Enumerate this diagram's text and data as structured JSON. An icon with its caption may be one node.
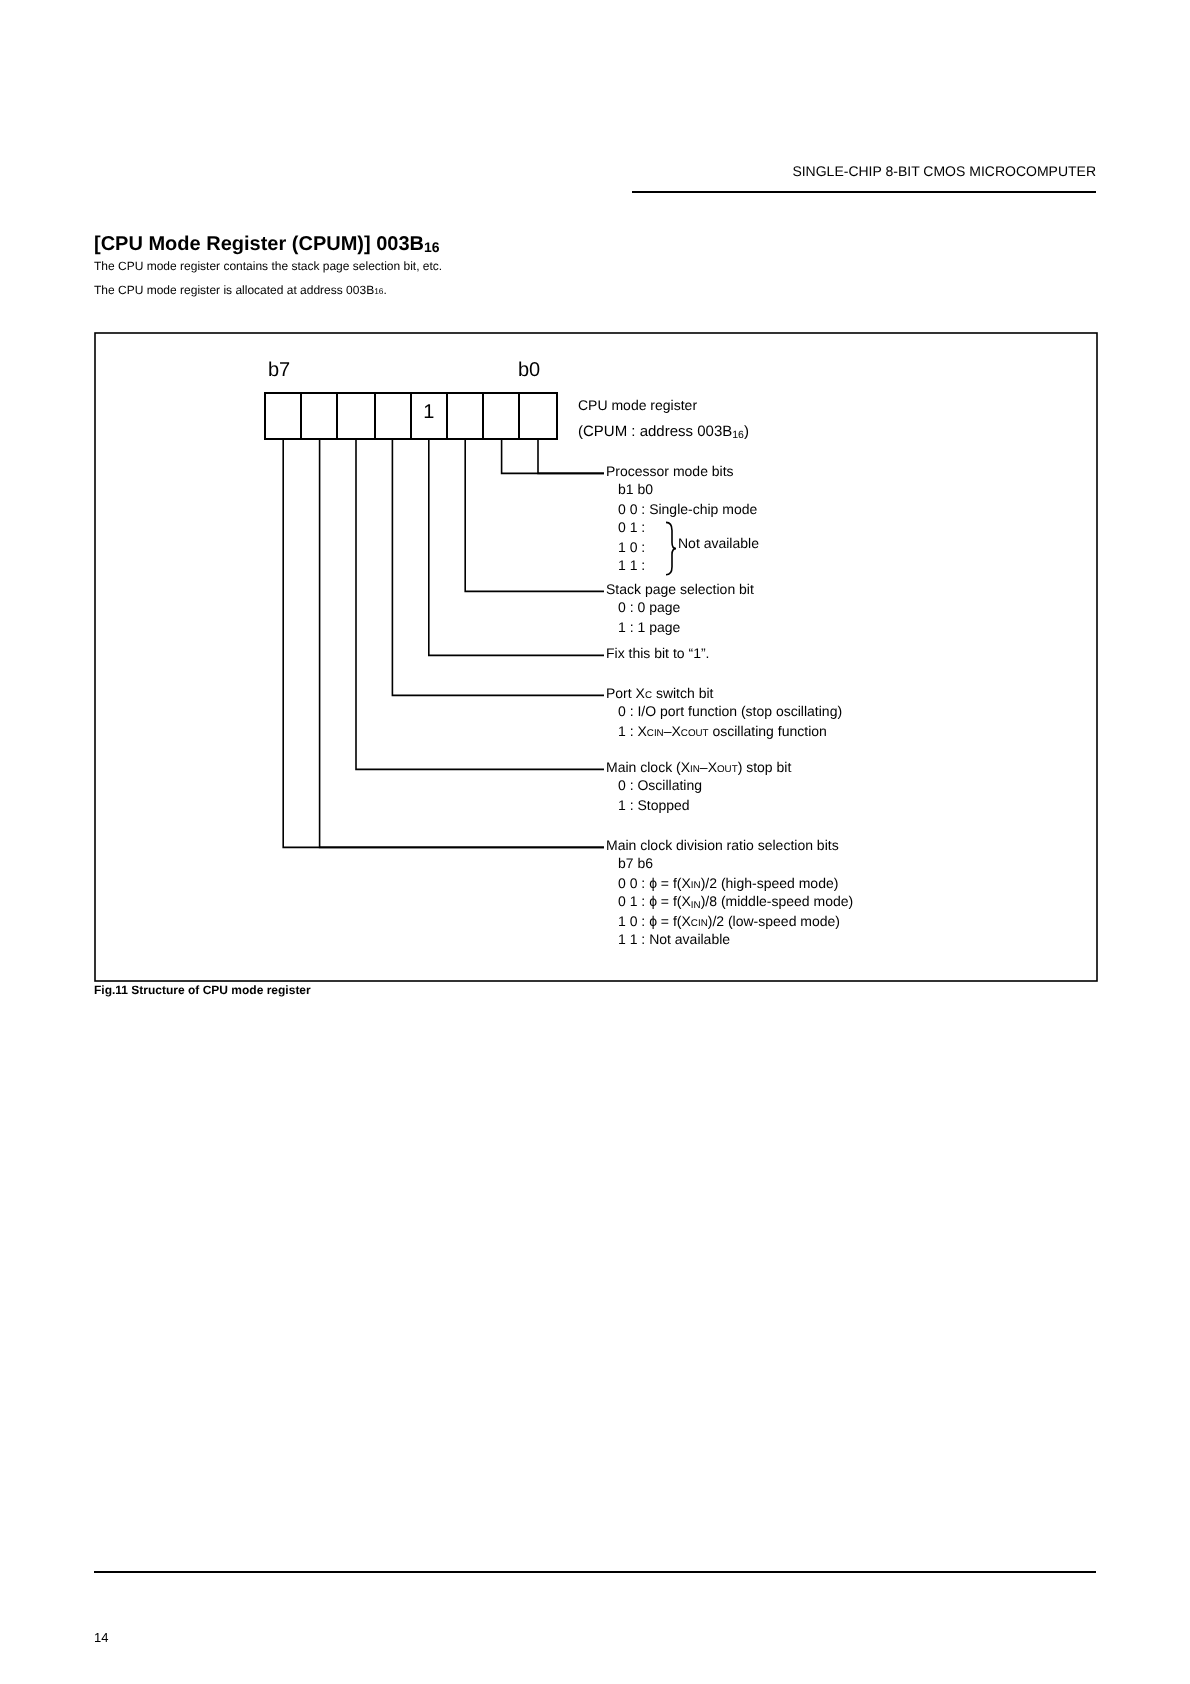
{
  "diagram": {
    "title": "[CPU Mode Register (CPUM)] 003B$_{16}$",
    "caption": "Fig.11 Structure of CPU mode register",
    "nodes": [
      {
        "text": [],
        "shape": "box"
      },
      {
        "text": [],
        "shape": "box"
      },
      {
        "text": [],
        "shape": "box"
      },
      {
        "text": [],
        "shape": "box"
      },
      {
        "text": [
          "1"
        ]
      },
      {
        "text": [],
        "shape": "box"
      },
      {
        "text": [],
        "shape": "box"
      },
      {
        "text": [],
        "shape": "box"
      },
      {
        "text": [
          "Processor mode bits",
          "b1 b0",
          "0 0 : Single-chip mode",
          "0 1 :",
          "1 0 :",
          "1 1 :",
          "Not available"
        ]
      },
      {
        "text": [
          "Stack page selection bit",
          "0 : 0 page",
          "1 : 1 page"
        ]
      },
      {
        "text": [
          "Fix this bit to “1”."
        ]
      },
      {
        "text": [
          "Port X$_{C}$ switch bit",
          "0 : I/O port function (stop oscillating)",
          "1 : X$_{CIN}$–X$_{COUT}$ oscillating function"
        ]
      },
      {
        "text": [
          "Main clock (X$_{IN}$–X$_{OUT}$) stop bit",
          "0 : Oscillating",
          "1 : Stopped"
        ]
      },
      {
        "text": [
          "Main clock division ratio selection bits",
          "b7 b6",
          "0 0 : ϕ = f(X$_{IN}$)/2 (high-speed mode)",
          "0 1 : ϕ = f(X$_{IN}$)/8 (middle-speed mode)",
          "1 0 : ϕ = f(X$_{CIN}$)/2 (low-speed mode)",
          "1 1 : Not available"
        ]
      }
    ],
    "edges": [
      {
        "from": 7,
        "to": 8,
        "arrow": "none"
      },
      {
        "from": 6,
        "to": 8,
        "arrow": "none"
      },
      {
        "from": 5,
        "to": 9,
        "arrow": "none"
      },
      {
        "from": 4,
        "to": 10,
        "arrow": "none"
      },
      {
        "from": 3,
        "to": 11,
        "arrow": "none"
      },
      {
        "from": 2,
        "to": 12,
        "arrow": "none"
      },
      {
        "from": 1,
        "to": 13,
        "arrow": "none"
      },
      {
        "from": 0,
        "to": 13,
        "arrow": "none"
      }
    ],
    "labels": [
      "SINGLE-CHIP 8-BIT CMOS MICROCOMPUTER",
      "The CPU mode register contains the stack page selection bit, etc.",
      "The CPU mode register is allocated at address 003B$_{16}$.",
      "b7",
      "b0",
      "CPU mode register",
      "(CPUM : address 003B$_{16}$)",
      "14"
    ]
  }
}
